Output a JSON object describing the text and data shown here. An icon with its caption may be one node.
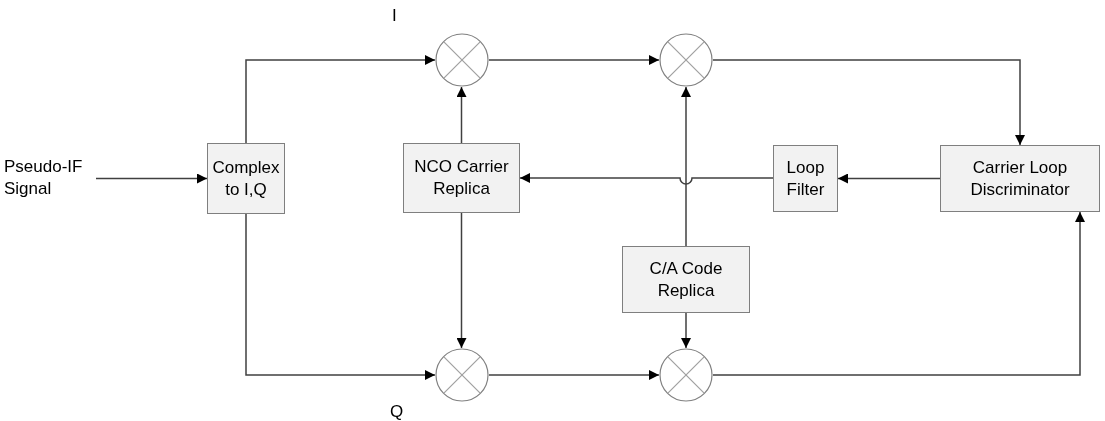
{
  "diagram": {
    "nodes": [
      {
        "text": [
          "Pseudo-IF Signal"
        ]
      },
      {
        "text": [
          "Complex to I,Q"
        ]
      },
      {
        "text": [],
        "shape": "circle"
      },
      {
        "text": [],
        "shape": "circle"
      },
      {
        "text": [
          "NCO Carrier Replica"
        ]
      },
      {
        "text": [
          "Loop Filter"
        ]
      },
      {
        "text": [
          "Carrier Loop Discriminator"
        ]
      },
      {
        "text": [
          "C/A Code Replica"
        ]
      },
      {
        "text": [],
        "shape": "circle"
      },
      {
        "text": [],
        "shape": "circle"
      }
    ],
    "edges": [
      {
        "from": 0,
        "to": 1,
        "arrow": "to"
      },
      {
        "from": 1,
        "to": 2,
        "arrow": "to"
      },
      {
        "from": 1,
        "to": 8,
        "arrow": "to"
      },
      {
        "from": 2,
        "to": 3,
        "arrow": "to"
      },
      {
        "from": 3,
        "to": 6,
        "arrow": "to"
      },
      {
        "from": 8,
        "to": 9,
        "arrow": "to"
      },
      {
        "from": 9,
        "to": 6,
        "arrow": "to"
      },
      {
        "from": 6,
        "to": 5,
        "arrow": "to"
      },
      {
        "from": 5,
        "to": 4,
        "arrow": "to"
      },
      {
        "from": 4,
        "to": 2,
        "arrow": "to"
      },
      {
        "from": 4,
        "to": 8,
        "arrow": "to"
      },
      {
        "from": 7,
        "to": 3,
        "arrow": "to"
      },
      {
        "from": 7,
        "to": 9,
        "arrow": "to"
      }
    ],
    "labels": [
      "I",
      "Q"
    ]
  }
}
